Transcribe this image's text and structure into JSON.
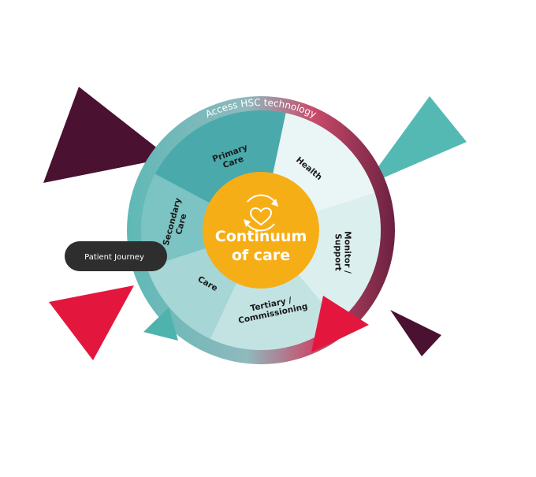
{
  "ring": {
    "top_label": "Access HSC technology",
    "bottom_label": "Access HSC technology"
  },
  "center": {
    "icon": "heart-cycle-icon",
    "line1": "Continuum",
    "line2": "of care",
    "color": "#f6ae17"
  },
  "segments": [
    {
      "lines": [
        "Primary",
        "Care"
      ],
      "color": "#4aa9ab"
    },
    {
      "lines": [
        "Health"
      ],
      "color": "#eaf5f5"
    },
    {
      "lines": [
        "Monitor /",
        "Support"
      ],
      "color": "#dcefef"
    },
    {
      "lines": [
        "Tertiary /",
        "Commissioning"
      ],
      "color": "#c3e3e3"
    },
    {
      "lines": [
        "Care"
      ],
      "color": "#a6d6d6"
    },
    {
      "lines": [
        "Secondary",
        "Care"
      ],
      "color": "#7cc3c3"
    }
  ],
  "button": {
    "label": "Patient Journey"
  },
  "colors": {
    "maroon": "#4a1130",
    "teal": "#55b9b3",
    "red": "#e3173e"
  }
}
